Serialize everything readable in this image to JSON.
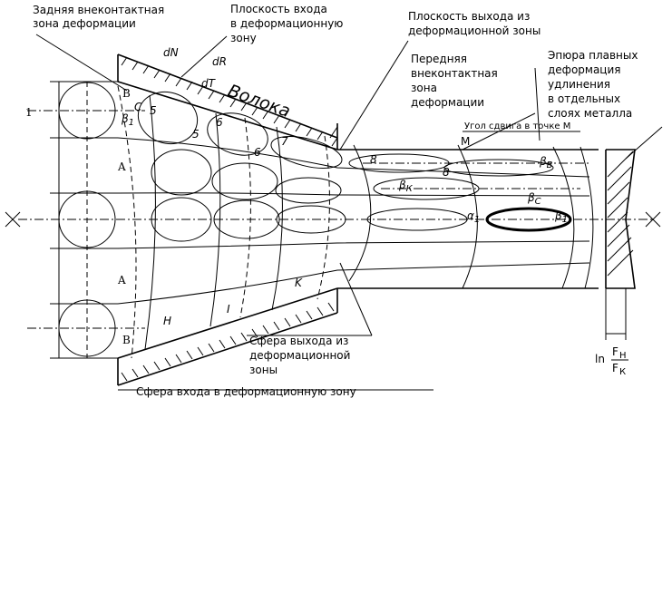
{
  "labels": {
    "rear_zone": [
      "Задняя внеконтактная",
      "зона деформации"
    ],
    "entry_plane": [
      "Плоскость входа",
      "в деформационную",
      "зону"
    ],
    "exit_plane": [
      "Плоскость выхода из",
      "деформационной зоны"
    ],
    "front_zone": [
      "Передняя",
      "внеконтактная",
      "зона",
      "деформации"
    ],
    "elongation_plot": [
      "Эпюра плавных",
      "деформация",
      "удлинения",
      "в отдельных",
      "слоях металла"
    ],
    "shear_angle": "Угол сдвига в точке М",
    "exit_sphere": [
      "Сфера выхода из",
      "деформационной",
      "зоны"
    ],
    "entry_sphere": "Сфера входа в деформационную зону",
    "die": "Волока",
    "formula_ln": "ln",
    "formula_num": "F",
    "formula_num_sub": "Н",
    "formula_den": "F",
    "formula_den_sub": "К"
  },
  "markers": {
    "dN": "dN",
    "dR": "dR",
    "dT": "dT",
    "M": "M",
    "one": "1",
    "B_top": "B",
    "B_bottom": "B",
    "A_top": "A",
    "A_bottom": "A",
    "H": "H",
    "I": "I",
    "K": "K",
    "n5a": "5",
    "n5b": "5",
    "n6a": "6",
    "n6b": "6",
    "n7": "7",
    "n8a": "8",
    "n8b": "8",
    "C": "C",
    "beta1": "β",
    "beta1_sub": "1",
    "betaK": "β",
    "betaK_sub": "К",
    "betaB": "β",
    "betaB_sub": "В",
    "betaC": "β",
    "betaC_sub": "С",
    "alpha1": "α",
    "alpha1_sub": "1",
    "beta1b": "β",
    "beta1b_sub": "1"
  }
}
